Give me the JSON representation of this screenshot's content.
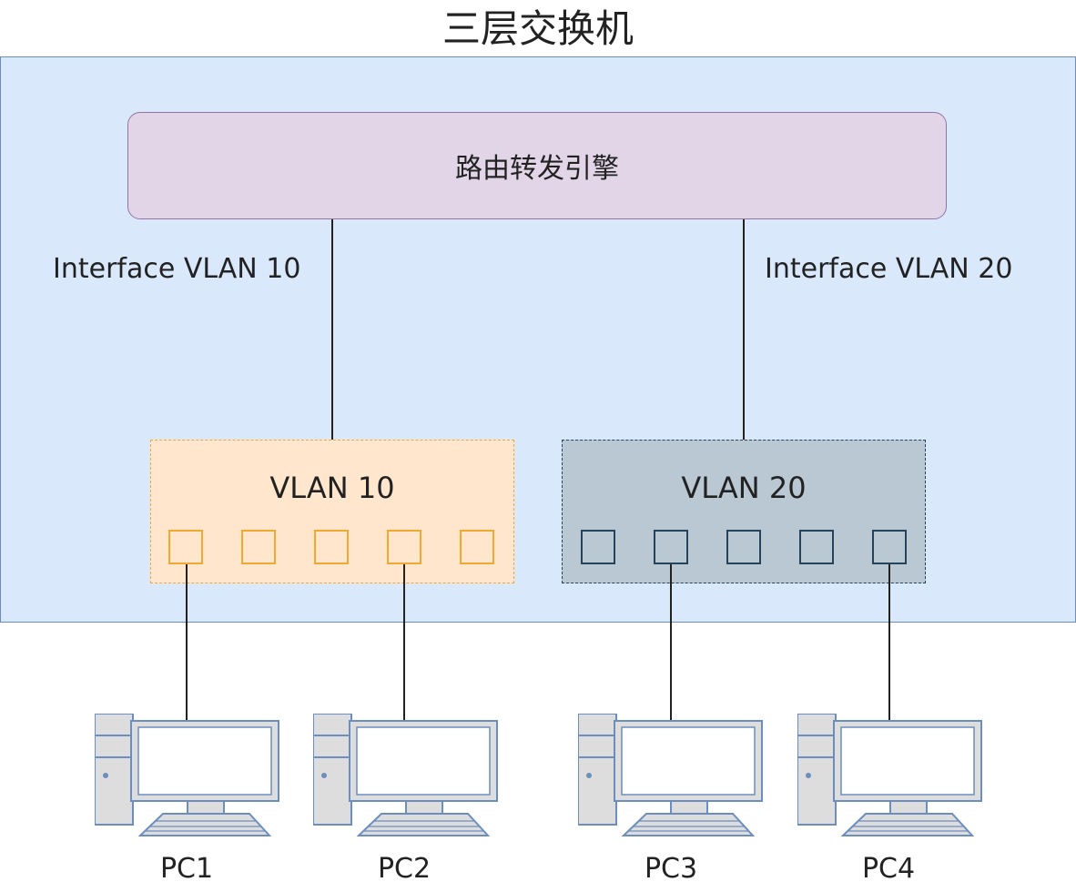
{
  "title": "三层交换机",
  "engine": {
    "label": "路由转发引擎"
  },
  "interfaces": [
    {
      "label": "Interface VLAN 10"
    },
    {
      "label": "Interface VLAN 20"
    }
  ],
  "vlans": [
    {
      "label": "VLAN 10",
      "port_count": 5,
      "fill": "#ffe6cc",
      "stroke": "#f0a830"
    },
    {
      "label": "VLAN 20",
      "port_count": 5,
      "fill": "#bac8d3",
      "stroke": "#23445d"
    }
  ],
  "pcs": [
    {
      "label": "PC1"
    },
    {
      "label": "PC2"
    },
    {
      "label": "PC3"
    },
    {
      "label": "PC4"
    }
  ],
  "colors": {
    "switch_fill": "#dae8fc",
    "switch_stroke": "#6c8ebf",
    "engine_fill": "#e1d5e7",
    "engine_stroke": "#9673a6",
    "pc_icon": "computer-icon"
  }
}
